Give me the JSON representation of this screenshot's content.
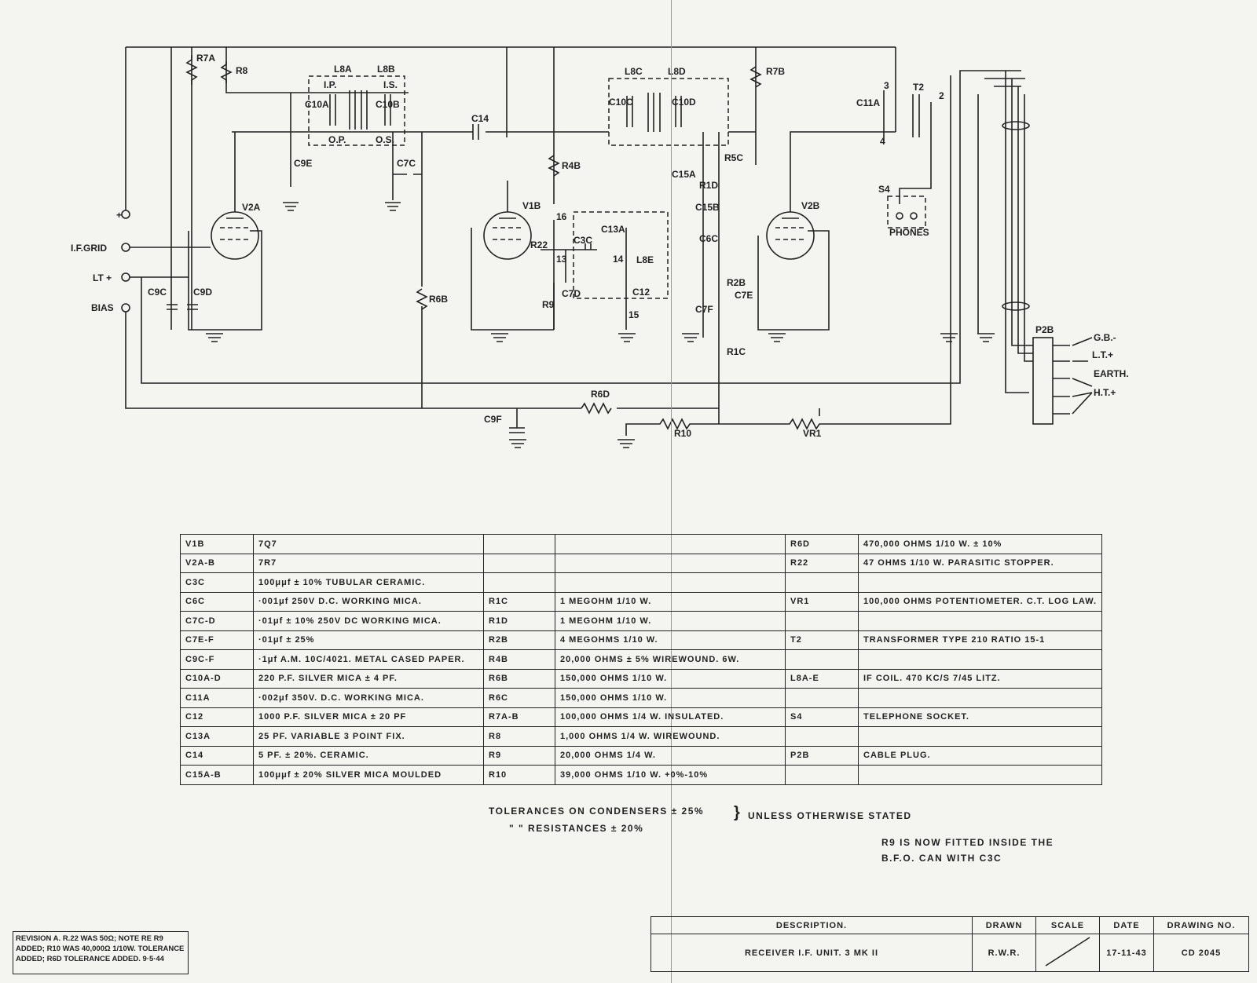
{
  "terminals": {
    "plus": "+",
    "if_grid": "I.F.GRID",
    "lt_plus": "LT +",
    "bias": "BIAS"
  },
  "plug": {
    "label": "P2B",
    "gb": "G.B.-",
    "lt": "L.T.+",
    "earth": "EARTH.",
    "ht": "H.T.+"
  },
  "phones": {
    "label": "PHONES",
    "socket": "S4"
  },
  "components": [
    "R7A",
    "R8",
    "L8A",
    "L8B",
    "I.P.",
    "I.S.",
    "O.P.",
    "O.S.",
    "C10A",
    "C10B",
    "C9E",
    "C7C",
    "C14",
    "L8C",
    "L8D",
    "C10C",
    "C10D",
    "R4B",
    "V1B",
    "V2A",
    "V2B",
    "C13A",
    "C3C",
    "L8E",
    "R22",
    "C7D",
    "C12",
    "R9",
    "R6B",
    "C15A",
    "R1D",
    "R5C",
    "C15B",
    "C6C",
    "R2B",
    "C7E",
    "C7F",
    "R1C",
    "R7B",
    "C11A",
    "T2",
    "C9C",
    "C9D",
    "R6D",
    "C9F",
    "R10",
    "VR1",
    "16",
    "13",
    "14",
    "15",
    "3",
    "4",
    "2"
  ],
  "parts_table": [
    [
      "V1B",
      "7Q7",
      "",
      "",
      "R6D",
      "470,000 OHMS 1/10 W. ± 10%"
    ],
    [
      "V2A-B",
      "7R7",
      "",
      "",
      "R22",
      "47 OHMS 1/10 W. PARASITIC STOPPER."
    ],
    [
      "C3C",
      "100μμf ± 10% TUBULAR CERAMIC.",
      "",
      "",
      "",
      ""
    ],
    [
      "C6C",
      "·001μf 250V D.C. WORKING MICA.",
      "R1C",
      "1 MEGOHM 1/10 W.",
      "VR1",
      "100,000 OHMS POTENTIOMETER. C.T. LOG LAW."
    ],
    [
      "C7C-D",
      "·01μf ± 10% 250V DC WORKING MICA.",
      "R1D",
      "1 MEGOHM 1/10 W.",
      "",
      ""
    ],
    [
      "C7E-F",
      "·01μf ± 25%",
      "R2B",
      "4 MEGOHMS 1/10 W.",
      "T2",
      "TRANSFORMER TYPE 210 RATIO 15-1"
    ],
    [
      "C9C-F",
      "·1μf A.M. 10C/4021. METAL CASED PAPER.",
      "R4B",
      "20,000 OHMS ± 5% WIREWOUND. 6W.",
      "",
      ""
    ],
    [
      "C10A-D",
      "220 P.F. SILVER MICA ± 4 PF.",
      "R6B",
      "150,000 OHMS 1/10 W.",
      "L8A-E",
      "IF COIL. 470 KC/S 7/45 LITZ."
    ],
    [
      "C11A",
      "·002μf 350V. D.C. WORKING MICA.",
      "R6C",
      "150,000 OHMS 1/10 W.",
      "",
      ""
    ],
    [
      "C12",
      "1000 P.F. SILVER MICA ± 20 PF",
      "R7A-B",
      "100,000 OHMS 1/4 W. INSULATED.",
      "S4",
      "TELEPHONE SOCKET."
    ],
    [
      "C13A",
      "25 PF. VARIABLE 3 POINT FIX.",
      "R8",
      "1,000 OHMS 1/4 W. WIREWOUND.",
      "",
      ""
    ],
    [
      "C14",
      "5 PF. ± 20%. CERAMIC.",
      "R9",
      "20,000 OHMS 1/4 W.",
      "P2B",
      "CABLE PLUG."
    ],
    [
      "C15A-B",
      "100μμf ± 20% SILVER MICA MOULDED",
      "R10",
      "39,000 OHMS 1/10 W. +0%-10%",
      "",
      ""
    ]
  ],
  "tolerances": {
    "line1": "TOLERANCES ON CONDENSERS ± 25%",
    "line2": "\" \" RESISTANCES ± 20%",
    "tail": "UNLESS OTHERWISE STATED"
  },
  "r9_note": {
    "line1": "R9 IS NOW FITTED INSIDE THE",
    "line2": "B.F.O. CAN WITH C3C"
  },
  "revision": "REVISION A. R.22 WAS 50Ω; NOTE RE R9 ADDED; R10 WAS 40,000Ω 1/10W. TOLERANCE ADDED; R6D TOLERANCE ADDED. 9·5·44",
  "title_block": {
    "h_desc": "DESCRIPTION.",
    "h_drawn": "DRAWN",
    "h_scale": "SCALE",
    "h_date": "DATE",
    "h_no": "DRAWING NO.",
    "desc": "RECEIVER I.F. UNIT. 3 MK II",
    "drawn": "R.W.R.",
    "scale": "",
    "date": "17-11-43",
    "no": "CD 2045"
  }
}
